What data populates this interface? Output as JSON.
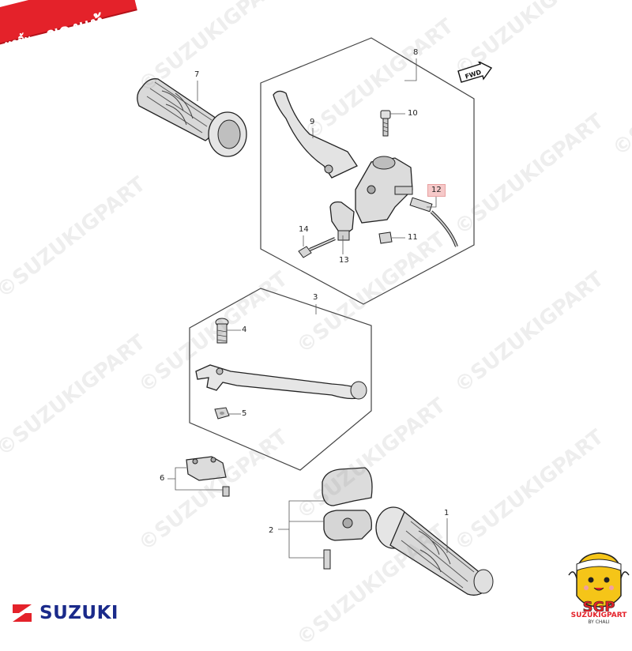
{
  "badge": {
    "prefix": "ทุกชิ้น",
    "label": "ของแท้"
  },
  "fwd_label": "FWD",
  "brand_name": "SUZUKI",
  "mascot": {
    "logo": "SGP",
    "name": "SUZUKIGPART",
    "tagline": "BY CHALI"
  },
  "watermark": "©SUZUKIGPART",
  "callouts": {
    "c1": "1",
    "c2": "2",
    "c3": "3",
    "c4": "4",
    "c5": "5",
    "c6": "6",
    "c7": "7",
    "c8": "8",
    "c9": "9",
    "c10": "10",
    "c11": "11",
    "c12": "12",
    "c13": "13",
    "c14": "14"
  },
  "colors": {
    "badge": "#e4222a",
    "brand": "#1a2a8a",
    "highlight": "#f6c9c9"
  }
}
